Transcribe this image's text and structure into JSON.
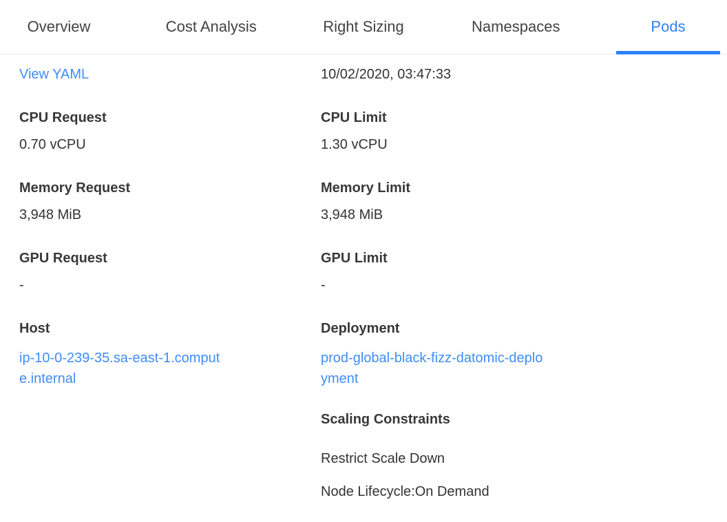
{
  "colors": {
    "accent_blue": "#2d7ff9",
    "link_blue": "#3e8df6",
    "text_dark": "#333333",
    "label_dark": "#383838",
    "tab_inactive": "#424242",
    "divider_gray": "#ebebeb"
  },
  "tabs": {
    "items": [
      {
        "label": "Overview",
        "active": false
      },
      {
        "label": "Cost Analysis",
        "active": false
      },
      {
        "label": "Right Sizing",
        "active": false
      },
      {
        "label": "Namespaces",
        "active": false
      },
      {
        "label": "Pods",
        "active": true
      }
    ]
  },
  "details": {
    "view_yaml_label": "View YAML",
    "timestamp": "10/02/2020, 03:47:33",
    "left_fields": [
      {
        "label": "CPU Request",
        "value": "0.70 vCPU"
      },
      {
        "label": "Memory Request",
        "value": "3,948 MiB"
      },
      {
        "label": "GPU Request",
        "value": "-"
      },
      {
        "label": "Host",
        "value": "ip-10-0-239-35.sa-east-1.compute.internal"
      }
    ],
    "right_fields": [
      {
        "label": "CPU Limit",
        "value": "1.30 vCPU"
      },
      {
        "label": "Memory Limit",
        "value": "3,948 MiB"
      },
      {
        "label": "GPU Limit",
        "value": "-"
      },
      {
        "label": "Deployment",
        "value": "prod-global-black-fizz-datomic-deployment"
      }
    ],
    "scaling_constraints": {
      "label": "Scaling Constraints",
      "items": [
        "Restrict Scale Down",
        "Node Lifecycle:On Demand"
      ]
    }
  }
}
